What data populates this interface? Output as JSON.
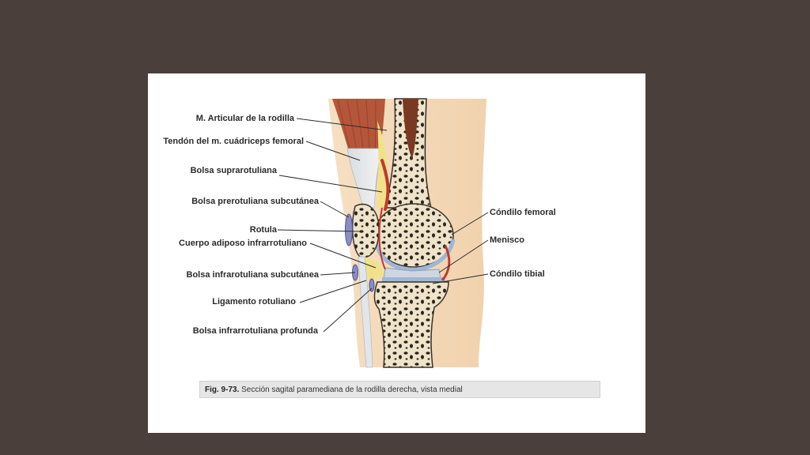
{
  "labels": {
    "articular": "M. Articular de la rodilla",
    "tendon": "Tendón del m. cuádriceps femoral",
    "suprarotuliana": "Bolsa suprarotuliana",
    "prerotuliana": "Bolsa prerotuliana subcutánea",
    "rotula": "Rotula",
    "adiposo": "Cuerpo adiposo infrarrotuliano",
    "infrasubcut": "Bolsa infrarotuliana subcutánea",
    "ligamento": "Ligamento rotuliano",
    "infraprofunda": "Bolsa infrarrotuliana profunda",
    "condilo_femoral": "Cóndilo femoral",
    "menisco": "Menisco",
    "condilo_tibial": "Cóndilo tibial"
  },
  "caption": {
    "figure_number": "Fig. 9-73.",
    "text": "Sección sagital paramediana de la rodilla derecha, vista medial"
  },
  "colors": {
    "background": "#4a3f3b",
    "bone": "#efe4c9",
    "muscle": "#b5563a",
    "skin": "#f3d8b8",
    "bursa": "#8a8fc0"
  }
}
